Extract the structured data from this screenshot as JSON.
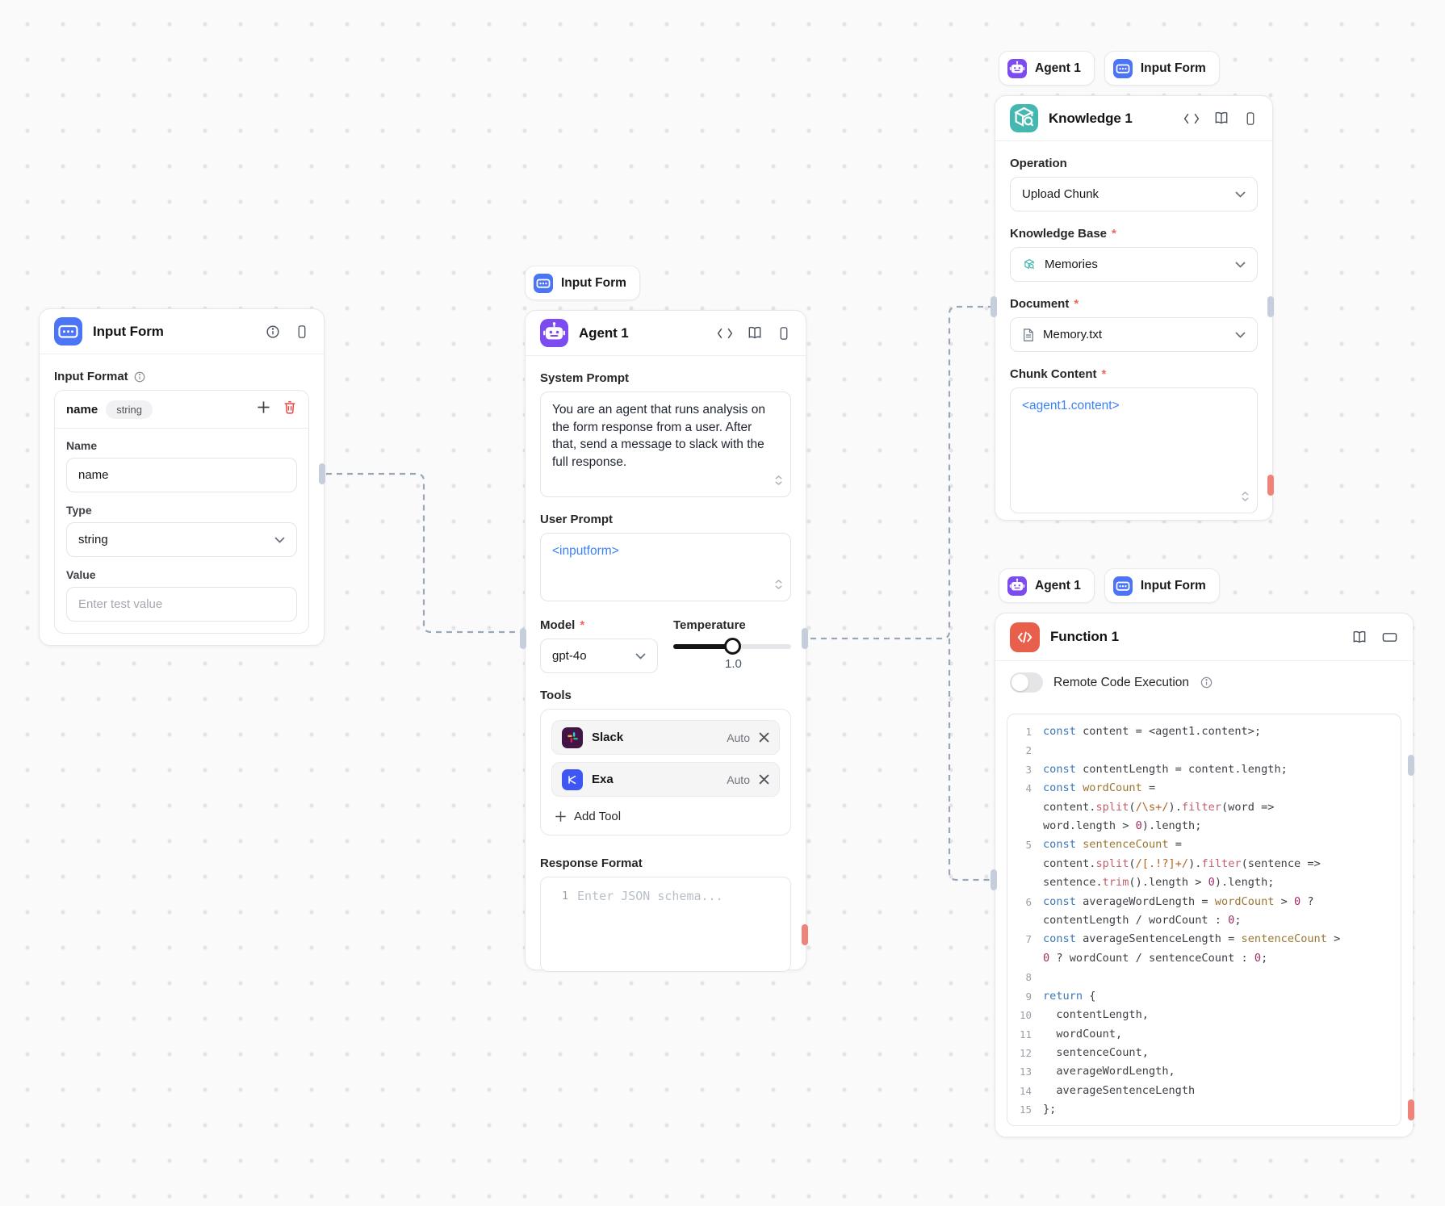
{
  "canvas": {
    "background": "#fafafa",
    "dot_color": "#e4e4e7"
  },
  "colors": {
    "accent_blue": "#4b74f6",
    "accent_purple": "#7c4cf0",
    "accent_teal": "#44b8b0",
    "accent_red": "#e8604c",
    "template_tag_blue": "#3b82f6",
    "edge": "#9aa7b8",
    "handle": "#c6cedb",
    "handle_error": "#f08379",
    "slack_bg": "#431544",
    "exa_bg": "#3e56f4",
    "syntax": {
      "keyword": "#3a76b8",
      "default": "#3c3f45",
      "method": "#c35f6d",
      "regex": "#b26422",
      "number": "#a02c63",
      "variable": "#9a7633",
      "gutter": "#9aa0a6"
    }
  },
  "ui": {
    "required_marker": "*"
  },
  "nodes": {
    "input_form": {
      "title": "Input Form",
      "header_icons": [
        "info-icon",
        "phone-icon"
      ],
      "section_label": "Input Format",
      "field_row": {
        "name": "name",
        "badge": "string"
      },
      "name_label": "Name",
      "name_value": "name",
      "type_label": "Type",
      "type_value": "string",
      "value_label": "Value",
      "value_placeholder": "Enter test value"
    },
    "agent": {
      "chip": "Input Form",
      "title": "Agent 1",
      "header_icons": [
        "code-icon",
        "book-icon",
        "phone-icon"
      ],
      "system_prompt_label": "System Prompt",
      "system_prompt_value": "You are an agent that runs analysis on the form response from a user. After that, send a message to slack with the full response.",
      "user_prompt_label": "User Prompt",
      "user_prompt_value": "<inputform>",
      "model_label": "Model",
      "model_value": "gpt-4o",
      "temperature_label": "Temperature",
      "temperature_value": "1.0",
      "tools_label": "Tools",
      "tools": [
        {
          "name": "Slack",
          "mode": "Auto",
          "icon": "slack-icon"
        },
        {
          "name": "Exa",
          "mode": "Auto",
          "icon": "exa-icon"
        }
      ],
      "add_tool_label": "Add Tool",
      "response_format_label": "Response Format",
      "response_format_line_number": "1",
      "response_format_placeholder": "Enter JSON schema..."
    },
    "knowledge": {
      "chips": [
        "Agent 1",
        "Input Form"
      ],
      "title": "Knowledge 1",
      "header_icons": [
        "code-icon",
        "book-icon",
        "phone-icon"
      ],
      "operation_label": "Operation",
      "operation_value": "Upload Chunk",
      "kb_label": "Knowledge Base",
      "kb_value": "Memories",
      "document_label": "Document",
      "document_value": "Memory.txt",
      "chunk_label": "Chunk Content",
      "chunk_value": "<agent1.content>"
    },
    "function": {
      "chips": [
        "Agent 1",
        "Input Form"
      ],
      "title": "Function 1",
      "header_icons": [
        "book-icon",
        "window-icon"
      ],
      "toggle_label": "Remote Code Execution",
      "toggle_state": "off",
      "code": {
        "lines": [
          {
            "n": "1",
            "segs": [
              [
                "k",
                "const"
              ],
              [
                "d",
                " content = <agent1.content>;"
              ]
            ]
          },
          {
            "n": "2",
            "segs": []
          },
          {
            "n": "3",
            "segs": [
              [
                "k",
                "const"
              ],
              [
                "d",
                " contentLength = content.length;"
              ]
            ]
          },
          {
            "n": "4",
            "segs": [
              [
                "k",
                "const"
              ],
              [
                "d",
                " "
              ],
              [
                "v",
                "wordCount"
              ],
              [
                "d",
                " ="
              ]
            ]
          },
          {
            "n": "",
            "segs": [
              [
                "d",
                "content."
              ],
              [
                "m",
                "split"
              ],
              [
                "d",
                "("
              ],
              [
                "r",
                "/\\s+/"
              ],
              [
                "d",
                ")."
              ],
              [
                "m",
                "filter"
              ],
              [
                "d",
                "(word =>"
              ]
            ]
          },
          {
            "n": "",
            "segs": [
              [
                "d",
                "word.length > "
              ],
              [
                "n2",
                "0"
              ],
              [
                "d",
                ").length;"
              ]
            ]
          },
          {
            "n": "5",
            "segs": [
              [
                "k",
                "const"
              ],
              [
                "d",
                " "
              ],
              [
                "v",
                "sentenceCount"
              ],
              [
                "d",
                " ="
              ]
            ]
          },
          {
            "n": "",
            "segs": [
              [
                "d",
                "content."
              ],
              [
                "m",
                "split"
              ],
              [
                "d",
                "("
              ],
              [
                "r",
                "/[.!?]+/"
              ],
              [
                "d",
                ")."
              ],
              [
                "m",
                "filter"
              ],
              [
                "d",
                "(sentence =>"
              ]
            ]
          },
          {
            "n": "",
            "segs": [
              [
                "d",
                "sentence."
              ],
              [
                "m",
                "trim"
              ],
              [
                "d",
                "().length > "
              ],
              [
                "n2",
                "0"
              ],
              [
                "d",
                ").length;"
              ]
            ]
          },
          {
            "n": "6",
            "segs": [
              [
                "k",
                "const"
              ],
              [
                "d",
                " averageWordLength = "
              ],
              [
                "v",
                "wordCount"
              ],
              [
                "d",
                " > "
              ],
              [
                "n2",
                "0"
              ],
              [
                "d",
                " ?"
              ]
            ]
          },
          {
            "n": "",
            "segs": [
              [
                "d",
                "contentLength / wordCount : "
              ],
              [
                "n2",
                "0"
              ],
              [
                "d",
                ";"
              ]
            ]
          },
          {
            "n": "7",
            "segs": [
              [
                "k",
                "const"
              ],
              [
                "d",
                " averageSentenceLength = "
              ],
              [
                "v",
                "sentenceCount"
              ],
              [
                "d",
                " >"
              ]
            ]
          },
          {
            "n": "",
            "segs": [
              [
                "n2",
                "0"
              ],
              [
                "d",
                " ? wordCount / sentenceCount : "
              ],
              [
                "n2",
                "0"
              ],
              [
                "d",
                ";"
              ]
            ]
          },
          {
            "n": "8",
            "segs": []
          },
          {
            "n": "9",
            "segs": [
              [
                "k",
                "return"
              ],
              [
                "d",
                " {"
              ]
            ]
          },
          {
            "n": "10",
            "segs": [
              [
                "d",
                "  contentLength,"
              ]
            ]
          },
          {
            "n": "11",
            "segs": [
              [
                "d",
                "  wordCount,"
              ]
            ]
          },
          {
            "n": "12",
            "segs": [
              [
                "d",
                "  sentenceCount,"
              ]
            ]
          },
          {
            "n": "13",
            "segs": [
              [
                "d",
                "  averageWordLength,"
              ]
            ]
          },
          {
            "n": "14",
            "segs": [
              [
                "d",
                "  averageSentenceLength"
              ]
            ]
          },
          {
            "n": "15",
            "segs": [
              [
                "d",
                "};"
              ]
            ]
          }
        ]
      }
    }
  }
}
